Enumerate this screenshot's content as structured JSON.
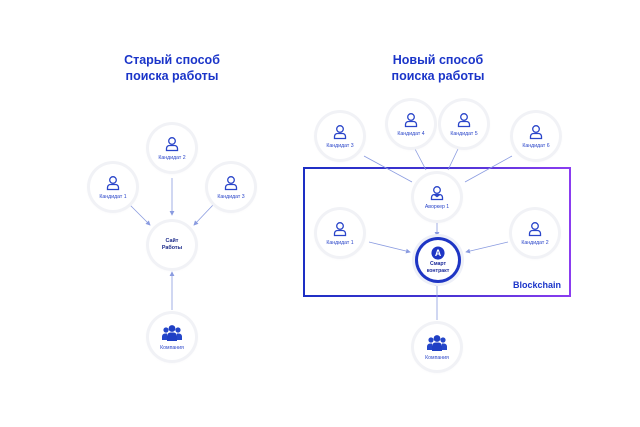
{
  "left_panel": {
    "title_line1": "Старый способ",
    "title_line2": "поиска работы",
    "nodes": {
      "candidate1": "Кандидат 1",
      "candidate2": "Кандидат 2",
      "candidate3": "Кандидат 3",
      "site_line1": "Сайт",
      "site_line2": "Работы",
      "company": "Компания"
    }
  },
  "right_panel": {
    "title_line1": "Новый способ",
    "title_line2": "поиска работы",
    "nodes": {
      "candidate3": "Кандидат 3",
      "candidate4": "Кандидат 4",
      "candidate5": "Кандидат 5",
      "candidate6": "Кандидат 6",
      "worker": "Аворкер 1",
      "candidate1": "Кандидат 1",
      "candidate2": "Кандидат 2",
      "smart_line1": "Смарт",
      "smart_line2": "контракт",
      "smart_glyph": "A",
      "company": "Компания"
    },
    "blockchain_label": "Blockchain"
  },
  "colors": {
    "accent": "#1b35c9",
    "link": "#8a9be0",
    "box_start": "#1d2fc4",
    "box_end": "#8a3cf0"
  },
  "icons": [
    "user-icon",
    "worker-icon",
    "group-icon",
    "smart-contract-icon"
  ]
}
